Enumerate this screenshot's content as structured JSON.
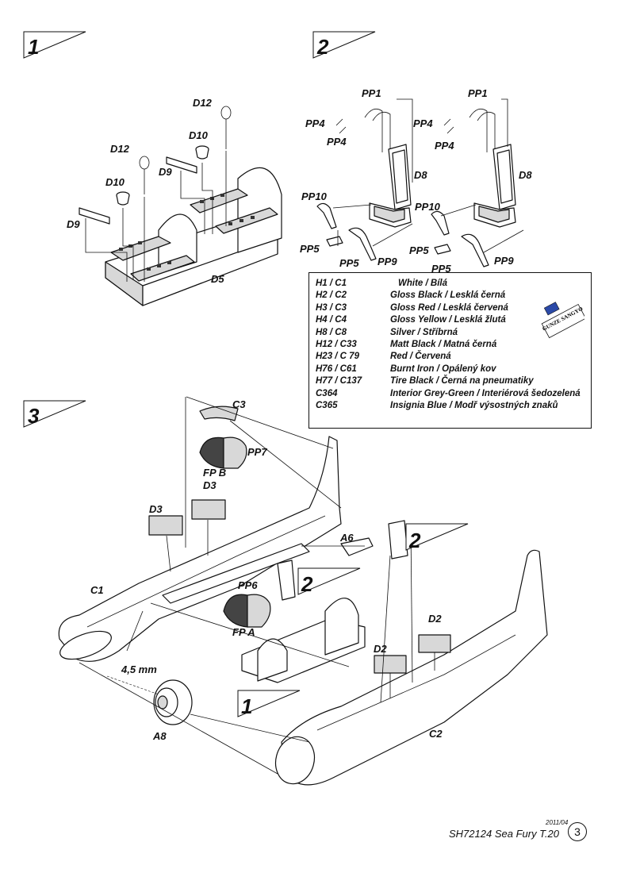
{
  "steps": {
    "step1_number": "1",
    "step2_number": "2",
    "step3_number": "3",
    "step3_ref2": "2",
    "step3_ref2b": "2",
    "step3_ref1": "1"
  },
  "step1_labels": {
    "d12_right": "D12",
    "d10_right": "D10",
    "d12_left": "D12",
    "d9_right": "D9",
    "d10_left": "D10",
    "d9_left": "D9",
    "d5": "D5"
  },
  "step2_labels": {
    "pp1_a": "PP1",
    "pp1_b": "PP1",
    "pp4_a1": "PP4",
    "pp4_a2": "PP4",
    "pp4_b1": "PP4",
    "pp4_b2": "PP4",
    "d8_a": "D8",
    "d8_b": "D8",
    "pp10_a": "PP10",
    "pp10_b": "PP10",
    "pp5_a1": "PP5",
    "pp5_a2": "PP5",
    "pp9_a": "PP9",
    "pp5_b1": "PP5",
    "pp5_b2": "PP5",
    "pp9_b": "PP9"
  },
  "step3_labels": {
    "c3": "C3",
    "pp7": "PP7",
    "fpb": "FP B",
    "d3_a": "D3",
    "d3_b": "D3",
    "a6": "A6",
    "c1": "C1",
    "pp6": "PP6",
    "fpa": "FP A",
    "measure": "4,5 mm",
    "a8": "A8",
    "d2_a": "D2",
    "d2_b": "D2",
    "c2": "C2"
  },
  "colors": [
    {
      "code": "H1 / C1",
      "name": "White / Bílá"
    },
    {
      "code": "H2 / C2",
      "name": "Gloss Black / Lesklá černá"
    },
    {
      "code": "H3 / C3",
      "name": "Gloss Red / Lesklá červená"
    },
    {
      "code": "H4 / C4",
      "name": "Gloss Yellow / Lesklá žlutá"
    },
    {
      "code": "H8 / C8",
      "name": "Silver / Stříbrná"
    },
    {
      "code": "H12 / C33",
      "name": "Matt Black / Matná černá"
    },
    {
      "code": "H23 / C 79",
      "name": "Red / Červená"
    },
    {
      "code": "H76 / C61",
      "name": "Burnt Iron / Opálený kov"
    },
    {
      "code": "H77 / C137",
      "name": "Tire Black / Černá na pneumatiky"
    },
    {
      "code": "C364",
      "name": "Interior Grey-Green / Interiérová šedozelená"
    },
    {
      "code": "C365",
      "name": "Insignia Blue / Modř výsostných znaků"
    }
  ],
  "logo": {
    "brand": "GUNZE SANGYO",
    "icon": "gunze-logo"
  },
  "footer": {
    "date": "2011/04",
    "title": "SH72124 Sea Fury T.20",
    "page": "3"
  }
}
